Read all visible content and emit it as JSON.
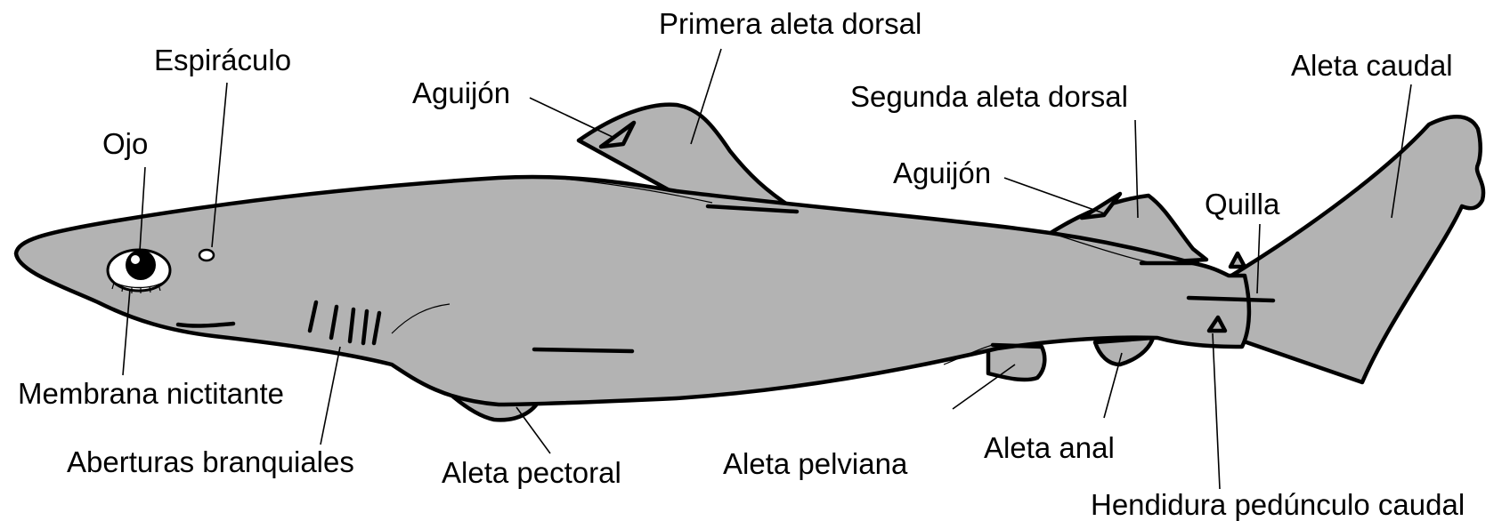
{
  "labels": {
    "primera_aleta_dorsal": "Primera aleta dorsal",
    "espiraculo": "Espiráculo",
    "aguijon_1": "Aguijón",
    "ojo": "Ojo",
    "segunda_aleta_dorsal": "Segunda aleta dorsal",
    "aleta_caudal": "Aleta caudal",
    "aguijon_2": "Aguijón",
    "quilla": "Quilla",
    "membrana_nictitante": "Membrana nictitante",
    "aberturas_branquiales": "Aberturas branquiales",
    "aleta_pectoral": "Aleta pectoral",
    "aleta_pelviana": "Aleta pelviana",
    "aleta_anal": "Aleta anal",
    "hendidura_pedunculo_caudal": "Hendidura pedúnculo caudal"
  },
  "colors": {
    "body_fill": "#b3b3b3",
    "outline": "#000000",
    "background": "#ffffff"
  }
}
